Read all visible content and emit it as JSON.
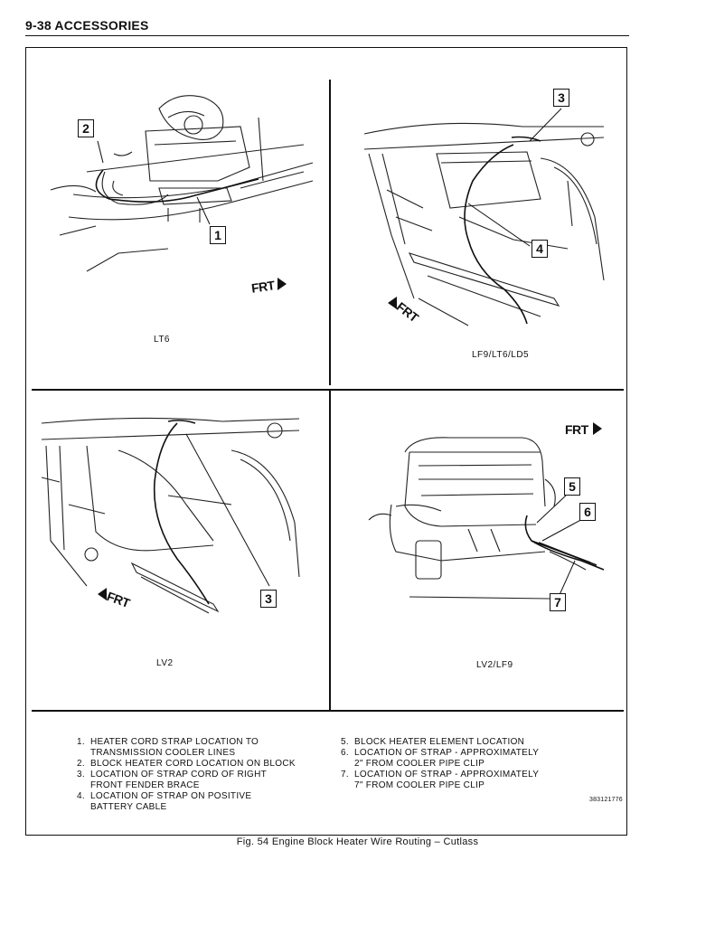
{
  "header": {
    "title": "9-38  ACCESSORIES"
  },
  "panels": [
    {
      "label": "LT6",
      "callouts": [
        "2",
        "1"
      ],
      "frt": "FRT"
    },
    {
      "label": "LF9/LT6/LD5",
      "callouts": [
        "3",
        "4"
      ],
      "frt": "FRT"
    },
    {
      "label": "LV2",
      "callouts": [
        "3"
      ],
      "frt": "FRT"
    },
    {
      "label": "LV2/LF9",
      "callouts": [
        "5",
        "6",
        "7"
      ],
      "frt": "FRT"
    }
  ],
  "legend": {
    "left": [
      {
        "num": "1.",
        "text": "HEATER CORD STRAP LOCATION TO\nTRANSMISSION COOLER LINES"
      },
      {
        "num": "2.",
        "text": "BLOCK HEATER CORD LOCATION ON BLOCK"
      },
      {
        "num": "3.",
        "text": "LOCATION OF STRAP CORD OF RIGHT\nFRONT FENDER BRACE"
      },
      {
        "num": "4.",
        "text": "LOCATION OF STRAP ON POSITIVE\nBATTERY CABLE"
      }
    ],
    "right": [
      {
        "num": "5.",
        "text": "BLOCK HEATER ELEMENT LOCATION"
      },
      {
        "num": "6.",
        "text": "LOCATION OF STRAP - APPROXIMATELY\n2\" FROM COOLER PIPE CLIP"
      },
      {
        "num": "7.",
        "text": "LOCATION OF STRAP - APPROXIMATELY\n7\" FROM COOLER PIPE CLIP"
      }
    ]
  },
  "figure_code": "383121776",
  "caption": "Fig. 54  Engine Block Heater Wire Routing – Cutlass"
}
